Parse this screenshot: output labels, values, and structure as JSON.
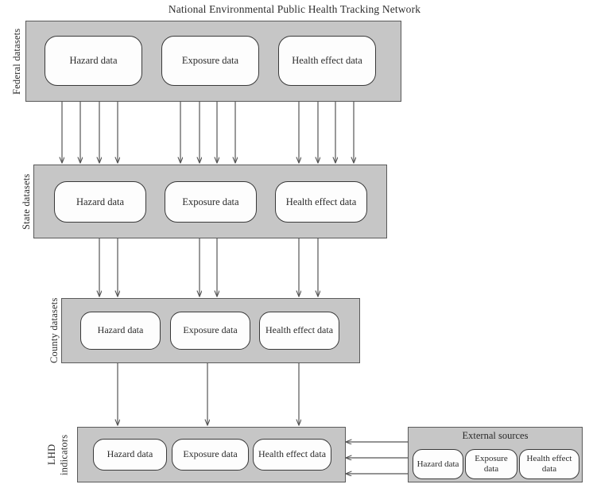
{
  "title": "National Environmental Public Health Tracking Network",
  "tiers": [
    {
      "id": "federal",
      "label": "Federal datasets",
      "nodes": [
        {
          "label": "Hazard data"
        },
        {
          "label": "Exposure data"
        },
        {
          "label": "Health effect data"
        }
      ]
    },
    {
      "id": "state",
      "label": "State datasets",
      "nodes": [
        {
          "label": "Hazard data"
        },
        {
          "label": "Exposure data"
        },
        {
          "label": "Health effect data"
        }
      ]
    },
    {
      "id": "county",
      "label": "County datasets",
      "nodes": [
        {
          "label": "Hazard data"
        },
        {
          "label": "Exposure data"
        },
        {
          "label": "Health effect data"
        }
      ]
    },
    {
      "id": "lhd",
      "label": "LHD indicators",
      "nodes": [
        {
          "label": "Hazard data"
        },
        {
          "label": "Exposure data"
        },
        {
          "label": "Health effect data"
        }
      ]
    }
  ],
  "external": {
    "heading": "External sources",
    "nodes": [
      {
        "label": "Hazard data"
      },
      {
        "label": "Exposure data"
      },
      {
        "label": "Health effect data"
      }
    ]
  },
  "colors": {
    "band_fill": "#c6c6c6",
    "band_stroke": "#5a5a5a",
    "node_fill": "#fdfdfd",
    "node_stroke": "#3a3a3a",
    "arrow_stroke": "#555555",
    "text": "#2a2a2a",
    "background": "#ffffff"
  },
  "flows": {
    "federal_to_state_count": 12,
    "state_to_county_count": 6,
    "county_to_lhd_count": 3,
    "external_to_lhd_count": 3
  }
}
